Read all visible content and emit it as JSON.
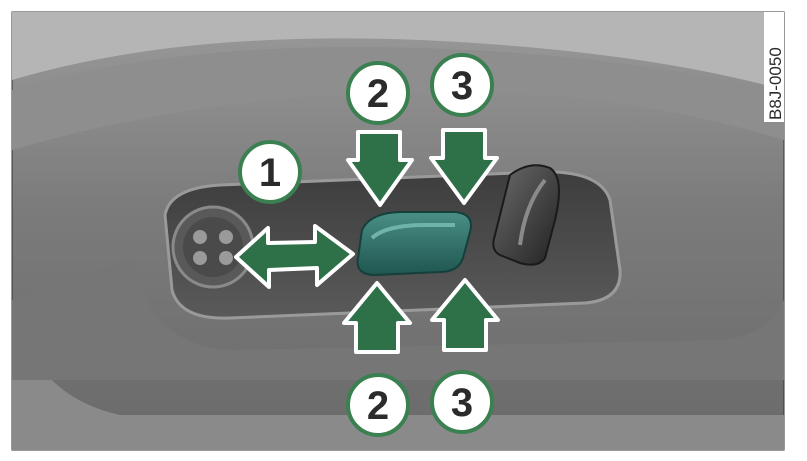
{
  "figure": {
    "code": "B8J-0050",
    "callouts": {
      "c1": "1",
      "c2_top": "2",
      "c3_top": "3",
      "c2_bottom": "2",
      "c3_bottom": "3"
    }
  },
  "colors": {
    "arrow_green": "#2e7048",
    "arrow_outline": "#ffffff",
    "switch_teal": "#2a6a62",
    "panel_grey": "#7a7a7a",
    "callout_fill": "#ffffff",
    "callout_ring": "#3b8050"
  }
}
